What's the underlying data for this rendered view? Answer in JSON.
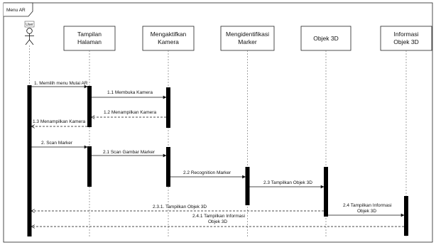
{
  "frame": {
    "title": "Menu AR"
  },
  "actor": {
    "label": "User"
  },
  "lifelines": [
    {
      "lines": [
        "Tampilan",
        "Halaman"
      ]
    },
    {
      "lines": [
        "Mengaktifkan",
        "Kamera"
      ]
    },
    {
      "lines": [
        "Mengidentifikasi",
        "Marker"
      ]
    },
    {
      "lines": [
        "Objek 3D"
      ]
    },
    {
      "lines": [
        "Informasi",
        "Objek 3D"
      ]
    }
  ],
  "messages": [
    {
      "label": "1. Memilih menu Mulai AR",
      "from": 0,
      "to": 1,
      "kind": "sync"
    },
    {
      "label": "1.1 Membuka Kamera",
      "from": 1,
      "to": 2,
      "kind": "sync"
    },
    {
      "label": "1.2 Menampilkan Kamera",
      "from": 2,
      "to": 1,
      "kind": "return"
    },
    {
      "label": "1.3 Menampilkan Kamera",
      "from": 1,
      "to": 0,
      "kind": "return"
    },
    {
      "label": "2. Scan Marker",
      "from": 0,
      "to": 1,
      "kind": "sync"
    },
    {
      "label": "2.1 Scan Gambar Marker",
      "from": 1,
      "to": 2,
      "kind": "sync"
    },
    {
      "label": "2.2 Recognition Marker",
      "from": 2,
      "to": 3,
      "kind": "sync"
    },
    {
      "label": "2.3 Tampilkan Objek 3D",
      "from": 3,
      "to": 4,
      "kind": "sync"
    },
    {
      "label": "2.4 Tampilkan Informasi Objek 3D",
      "from": 4,
      "to": 5,
      "kind": "sync"
    },
    {
      "label": "2.3.1. Tampilkan Objek 3D",
      "from": 4,
      "to": 0,
      "kind": "return"
    },
    {
      "label": "2.4.1 Tampilkan Informasi Objek 3D",
      "from": 5,
      "to": 0,
      "kind": "return"
    }
  ]
}
